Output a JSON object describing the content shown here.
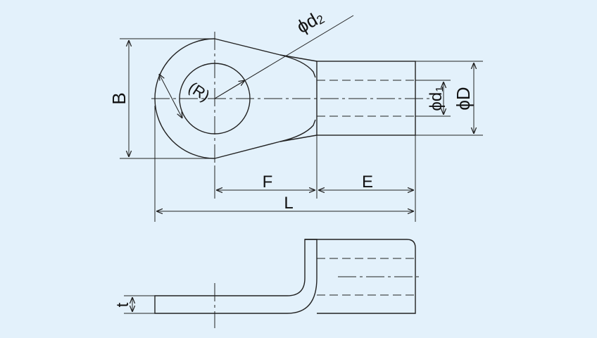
{
  "colors": {
    "background": "#e3f1fb",
    "line": "#222222"
  },
  "labels": {
    "phi_d2": "ϕd",
    "phi_d2_sub": "2",
    "radius": "(R)",
    "width_b": "B",
    "phi_d1": "ϕd",
    "phi_d1_sub": "1",
    "phi_D": "ϕD",
    "dim_f": "F",
    "dim_e": "E",
    "dim_l": "L",
    "thickness_t": "t"
  }
}
